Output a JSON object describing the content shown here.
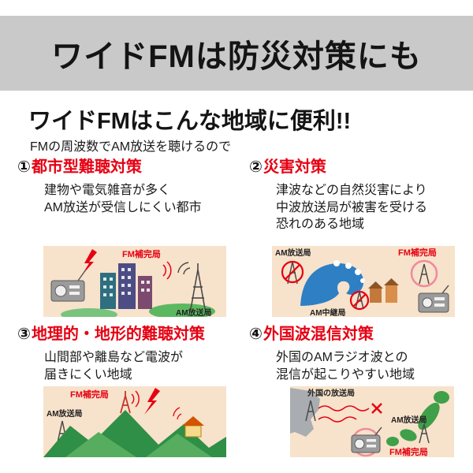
{
  "banner": {
    "title": "ワイドFMは防災対策にも"
  },
  "header": {
    "title": "ワイドFMはこんな地域に便利!!",
    "subtitle": "FMの周波数でAM放送を聴けるので"
  },
  "sections": [
    {
      "number": "①",
      "heading": "都市型難聴対策",
      "body": "建物や電気雑音が多く\nAM放送が受信しにくい都市",
      "labels": {
        "fm": "FM補完局",
        "am": "AM放送局"
      }
    },
    {
      "number": "②",
      "heading": "災害対策",
      "body": "津波などの自然災害により\n中波放送局が被害を受ける\n恐れのある地域",
      "labels": {
        "am": "AM放送局",
        "fm": "FM補完局",
        "relay": "AM中継局"
      }
    },
    {
      "number": "③",
      "heading": "地理的・地形的難聴対策",
      "body": "山間部や離島など電波が\n届きにくい地域",
      "labels": {
        "fm": "FM補完局",
        "am": "AM放送局"
      }
    },
    {
      "number": "④",
      "heading": "外国波混信対策",
      "body": "外国のAMラジオ波との\n混信が起こりやすい地域",
      "labels": {
        "foreign": "外国の放送局",
        "am": "AM放送局",
        "fm": "FM補完局"
      }
    }
  ],
  "colors": {
    "accent_red": "#e60012",
    "banner_bg": "#c9c9c9",
    "illustration_bg": "#f7e2cb"
  }
}
